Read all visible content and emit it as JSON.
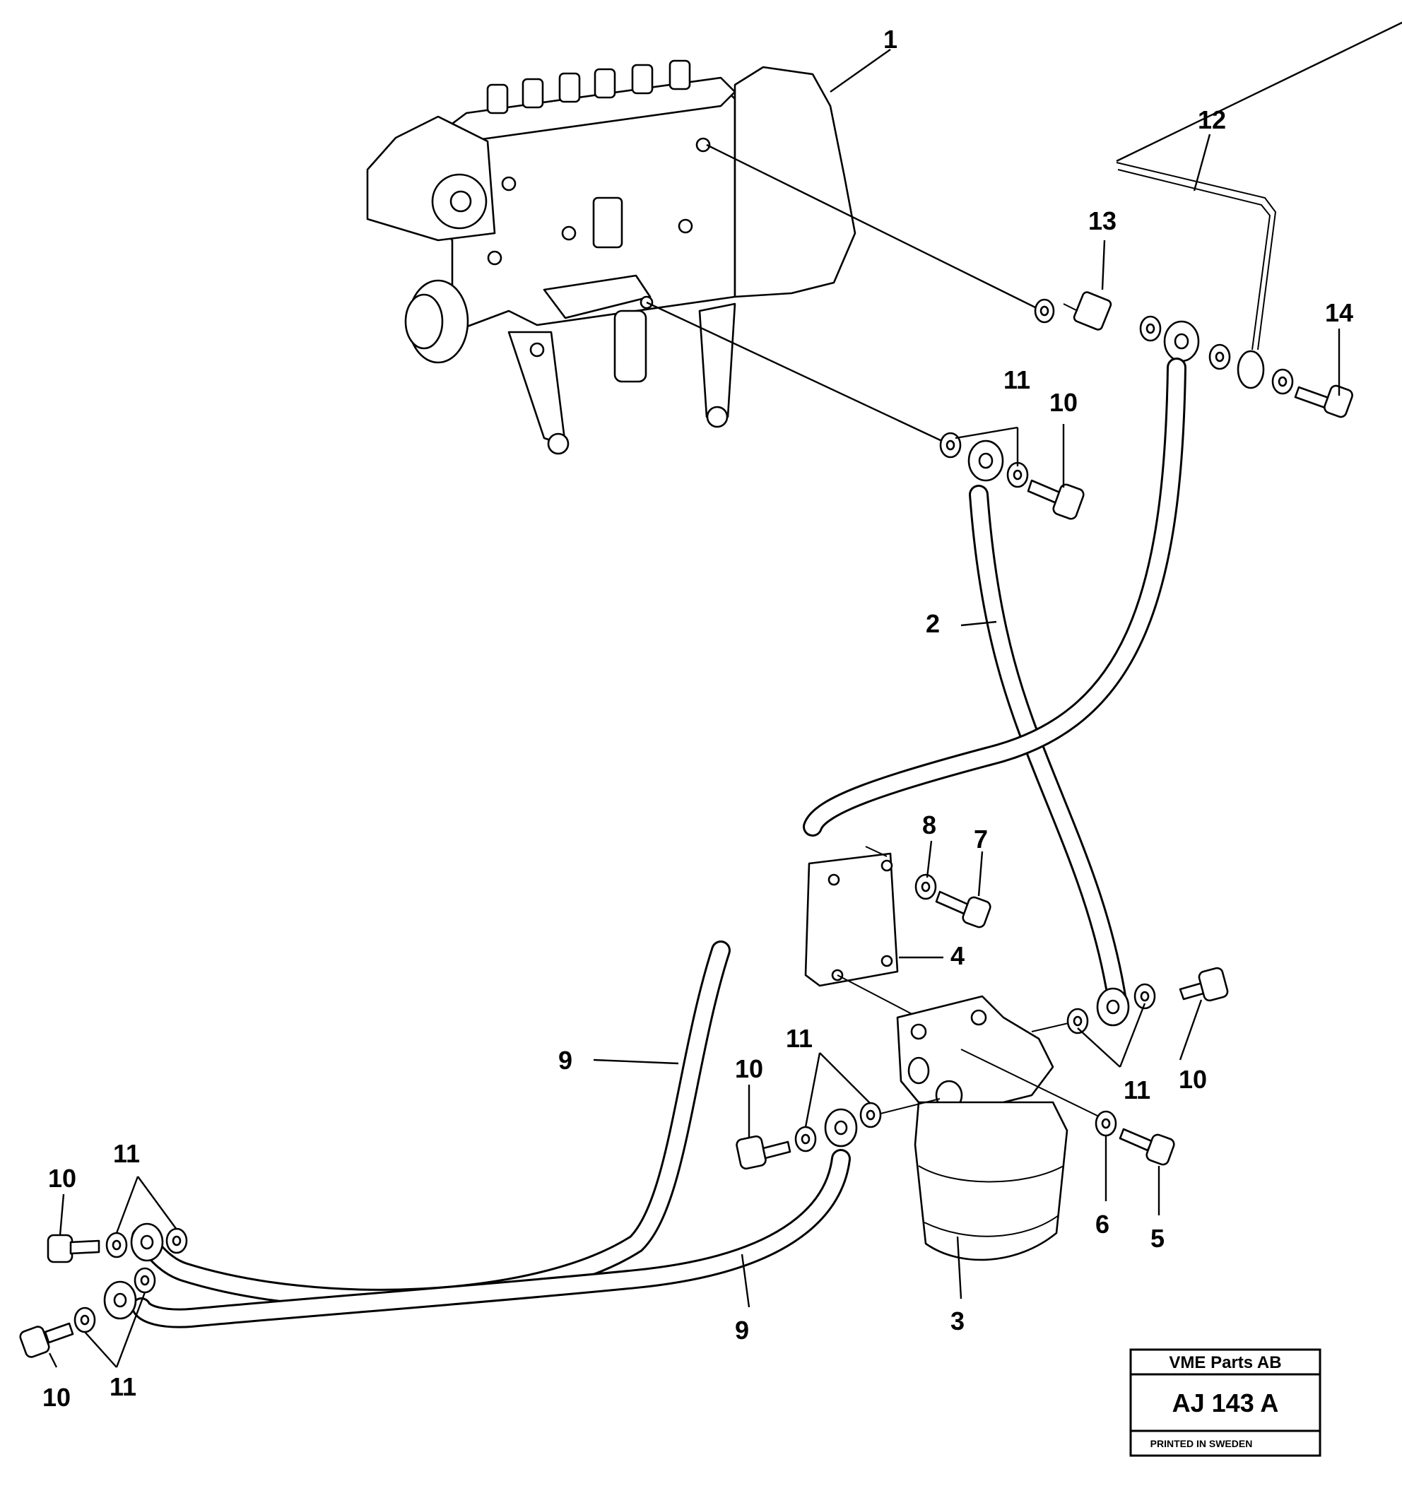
{
  "callouts": {
    "c1": "1",
    "c2": "2",
    "c3": "3",
    "c4": "4",
    "c5": "5",
    "c6": "6",
    "c7": "7",
    "c8": "8",
    "c9a": "9",
    "c9b": "9",
    "c10a": "10",
    "c10b": "10",
    "c10c": "10",
    "c10d": "10",
    "c10e": "10",
    "c11a": "11",
    "c11b": "11",
    "c11c": "11",
    "c11d": "11",
    "c11e": "11",
    "c12": "12",
    "c13": "13",
    "c14": "14"
  },
  "stamp": {
    "company": "VME Parts AB",
    "code": "AJ 143 A",
    "footer": "PRINTED IN SWEDEN"
  }
}
